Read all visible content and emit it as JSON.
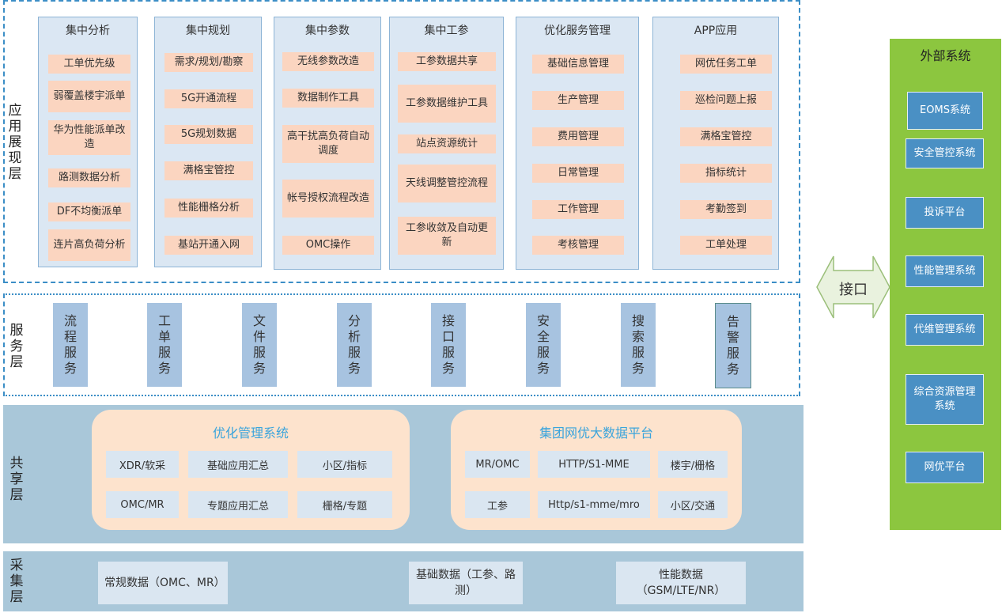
{
  "layers": {
    "app": "应用展现层",
    "service": "服务层",
    "shared": "共享层",
    "collect": "采集层"
  },
  "app_columns": [
    {
      "title": "集中分析",
      "items": [
        "工单优先级",
        "弱覆盖楼宇派单",
        "华为性能派单改造",
        "路测数据分析",
        "DF不均衡派单",
        "连片高负荷分析"
      ]
    },
    {
      "title": "集中规划",
      "items": [
        "需求/规划/勘察",
        "5G开通流程",
        "5G规划数据",
        "满格宝管控",
        "性能栅格分析",
        "基站开通入网"
      ]
    },
    {
      "title": "集中参数",
      "items": [
        "无线参数改造",
        "数据制作工具",
        "高干扰高负荷自动调度",
        "帐号授权流程改造",
        "OMC操作"
      ]
    },
    {
      "title": "集中工参",
      "items": [
        "工参数据共享",
        "工参数据维护工具",
        "站点资源统计",
        "天线调整管控流程",
        "工参收敛及自动更新"
      ]
    },
    {
      "title": "优化服务管理",
      "items": [
        "基础信息管理",
        "生产管理",
        "费用管理",
        "日常管理",
        "工作管理",
        "考核管理"
      ]
    },
    {
      "title": "APP应用",
      "items": [
        "网优任务工单",
        "巡检问题上报",
        "满格宝管控",
        "指标统计",
        "考勤签到",
        "工单处理"
      ]
    }
  ],
  "services": [
    "流程服务",
    "工单服务",
    "文件服务",
    "分析服务",
    "接口服务",
    "安全服务",
    "搜索服务",
    "告警服务"
  ],
  "shared_panels": [
    {
      "title": "优化管理系统",
      "cells": [
        "XDR/软采",
        "基础应用汇总",
        "小区/指标",
        "OMC/MR",
        "专题应用汇总",
        "栅格/专题"
      ]
    },
    {
      "title": "集团网优大数据平台",
      "cells": [
        "MR/OMC",
        "HTTP/S1-MME",
        "楼宇/栅格",
        "工参",
        "Http/s1-mme/mro",
        "小区/交通"
      ]
    }
  ],
  "collect_items": [
    "常规数据（OMC、MR）",
    "基础数据（工参、路测）",
    "性能数据（GSM/LTE/NR）"
  ],
  "interface_label": "接口",
  "external": {
    "title": "外部系统",
    "items": [
      "EOMS系统",
      "安全管控系统",
      "投诉平台",
      "性能管理系统",
      "代维管理系统",
      "综合资源管理系统",
      "网优平台"
    ]
  },
  "colors": {
    "border": "#3b8ec6",
    "column": "#dbe7f3",
    "item": "#fbd5c0",
    "service": "#a7c3e0",
    "band": "#a9c7d9",
    "panel": "#fde3cd",
    "panel_title": "#3aa4dc",
    "external": "#8cc63f",
    "external_item": "#4a90c4"
  }
}
